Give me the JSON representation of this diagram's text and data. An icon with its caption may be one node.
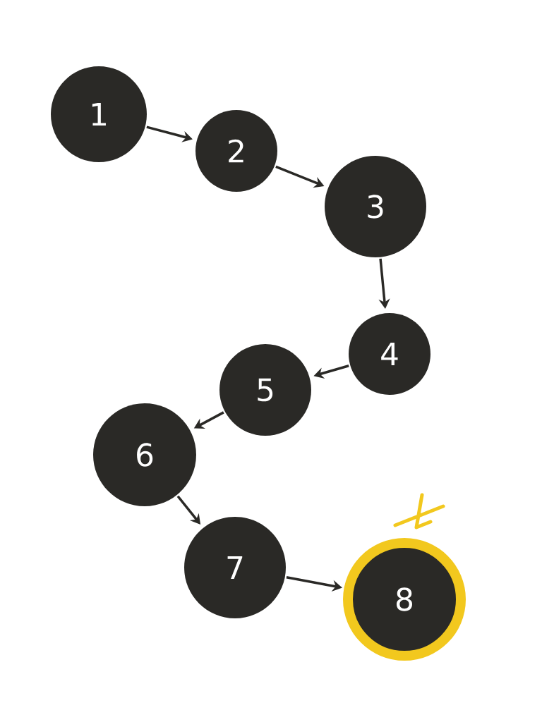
{
  "diagram": {
    "nodes": [
      {
        "text": [
          "1"
        ]
      },
      {
        "text": [
          "2"
        ]
      },
      {
        "text": [
          "3"
        ]
      },
      {
        "text": [
          "4"
        ]
      },
      {
        "text": [
          "5"
        ]
      },
      {
        "text": [
          "6"
        ]
      },
      {
        "text": [
          "7"
        ]
      },
      {
        "text": [
          "8"
        ]
      }
    ],
    "edges": [
      {
        "from": 0,
        "to": 1,
        "arrow": "to"
      },
      {
        "from": 1,
        "to": 2,
        "arrow": "to"
      },
      {
        "from": 2,
        "to": 3,
        "arrow": "to"
      },
      {
        "from": 3,
        "to": 4,
        "arrow": "to"
      },
      {
        "from": 4,
        "to": 5,
        "arrow": "to"
      },
      {
        "from": 5,
        "to": 6,
        "arrow": "to"
      },
      {
        "from": 6,
        "to": 7,
        "arrow": "to"
      }
    ]
  }
}
